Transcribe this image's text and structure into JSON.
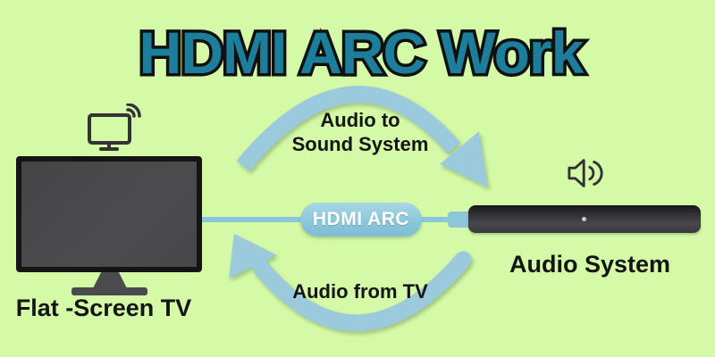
{
  "title": "HDMI ARC Work",
  "tv": {
    "label": "Flat -Screen TV"
  },
  "audio": {
    "label": "Audio System"
  },
  "connection": {
    "label": "HDMI ARC"
  },
  "flow_top": {
    "line1": "Audio to",
    "line2": "Sound System"
  },
  "flow_bottom": {
    "label": "Audio from TV"
  },
  "colors": {
    "background": "#d4f9a7",
    "title_fill": "#1d7e9c",
    "title_outline": "#101010",
    "arrow_blue": "#9ccadd",
    "cable_blue": "#8cc6da",
    "device_dark": "#454549",
    "label_text": "#141414",
    "pill_text": "#ffffff"
  }
}
